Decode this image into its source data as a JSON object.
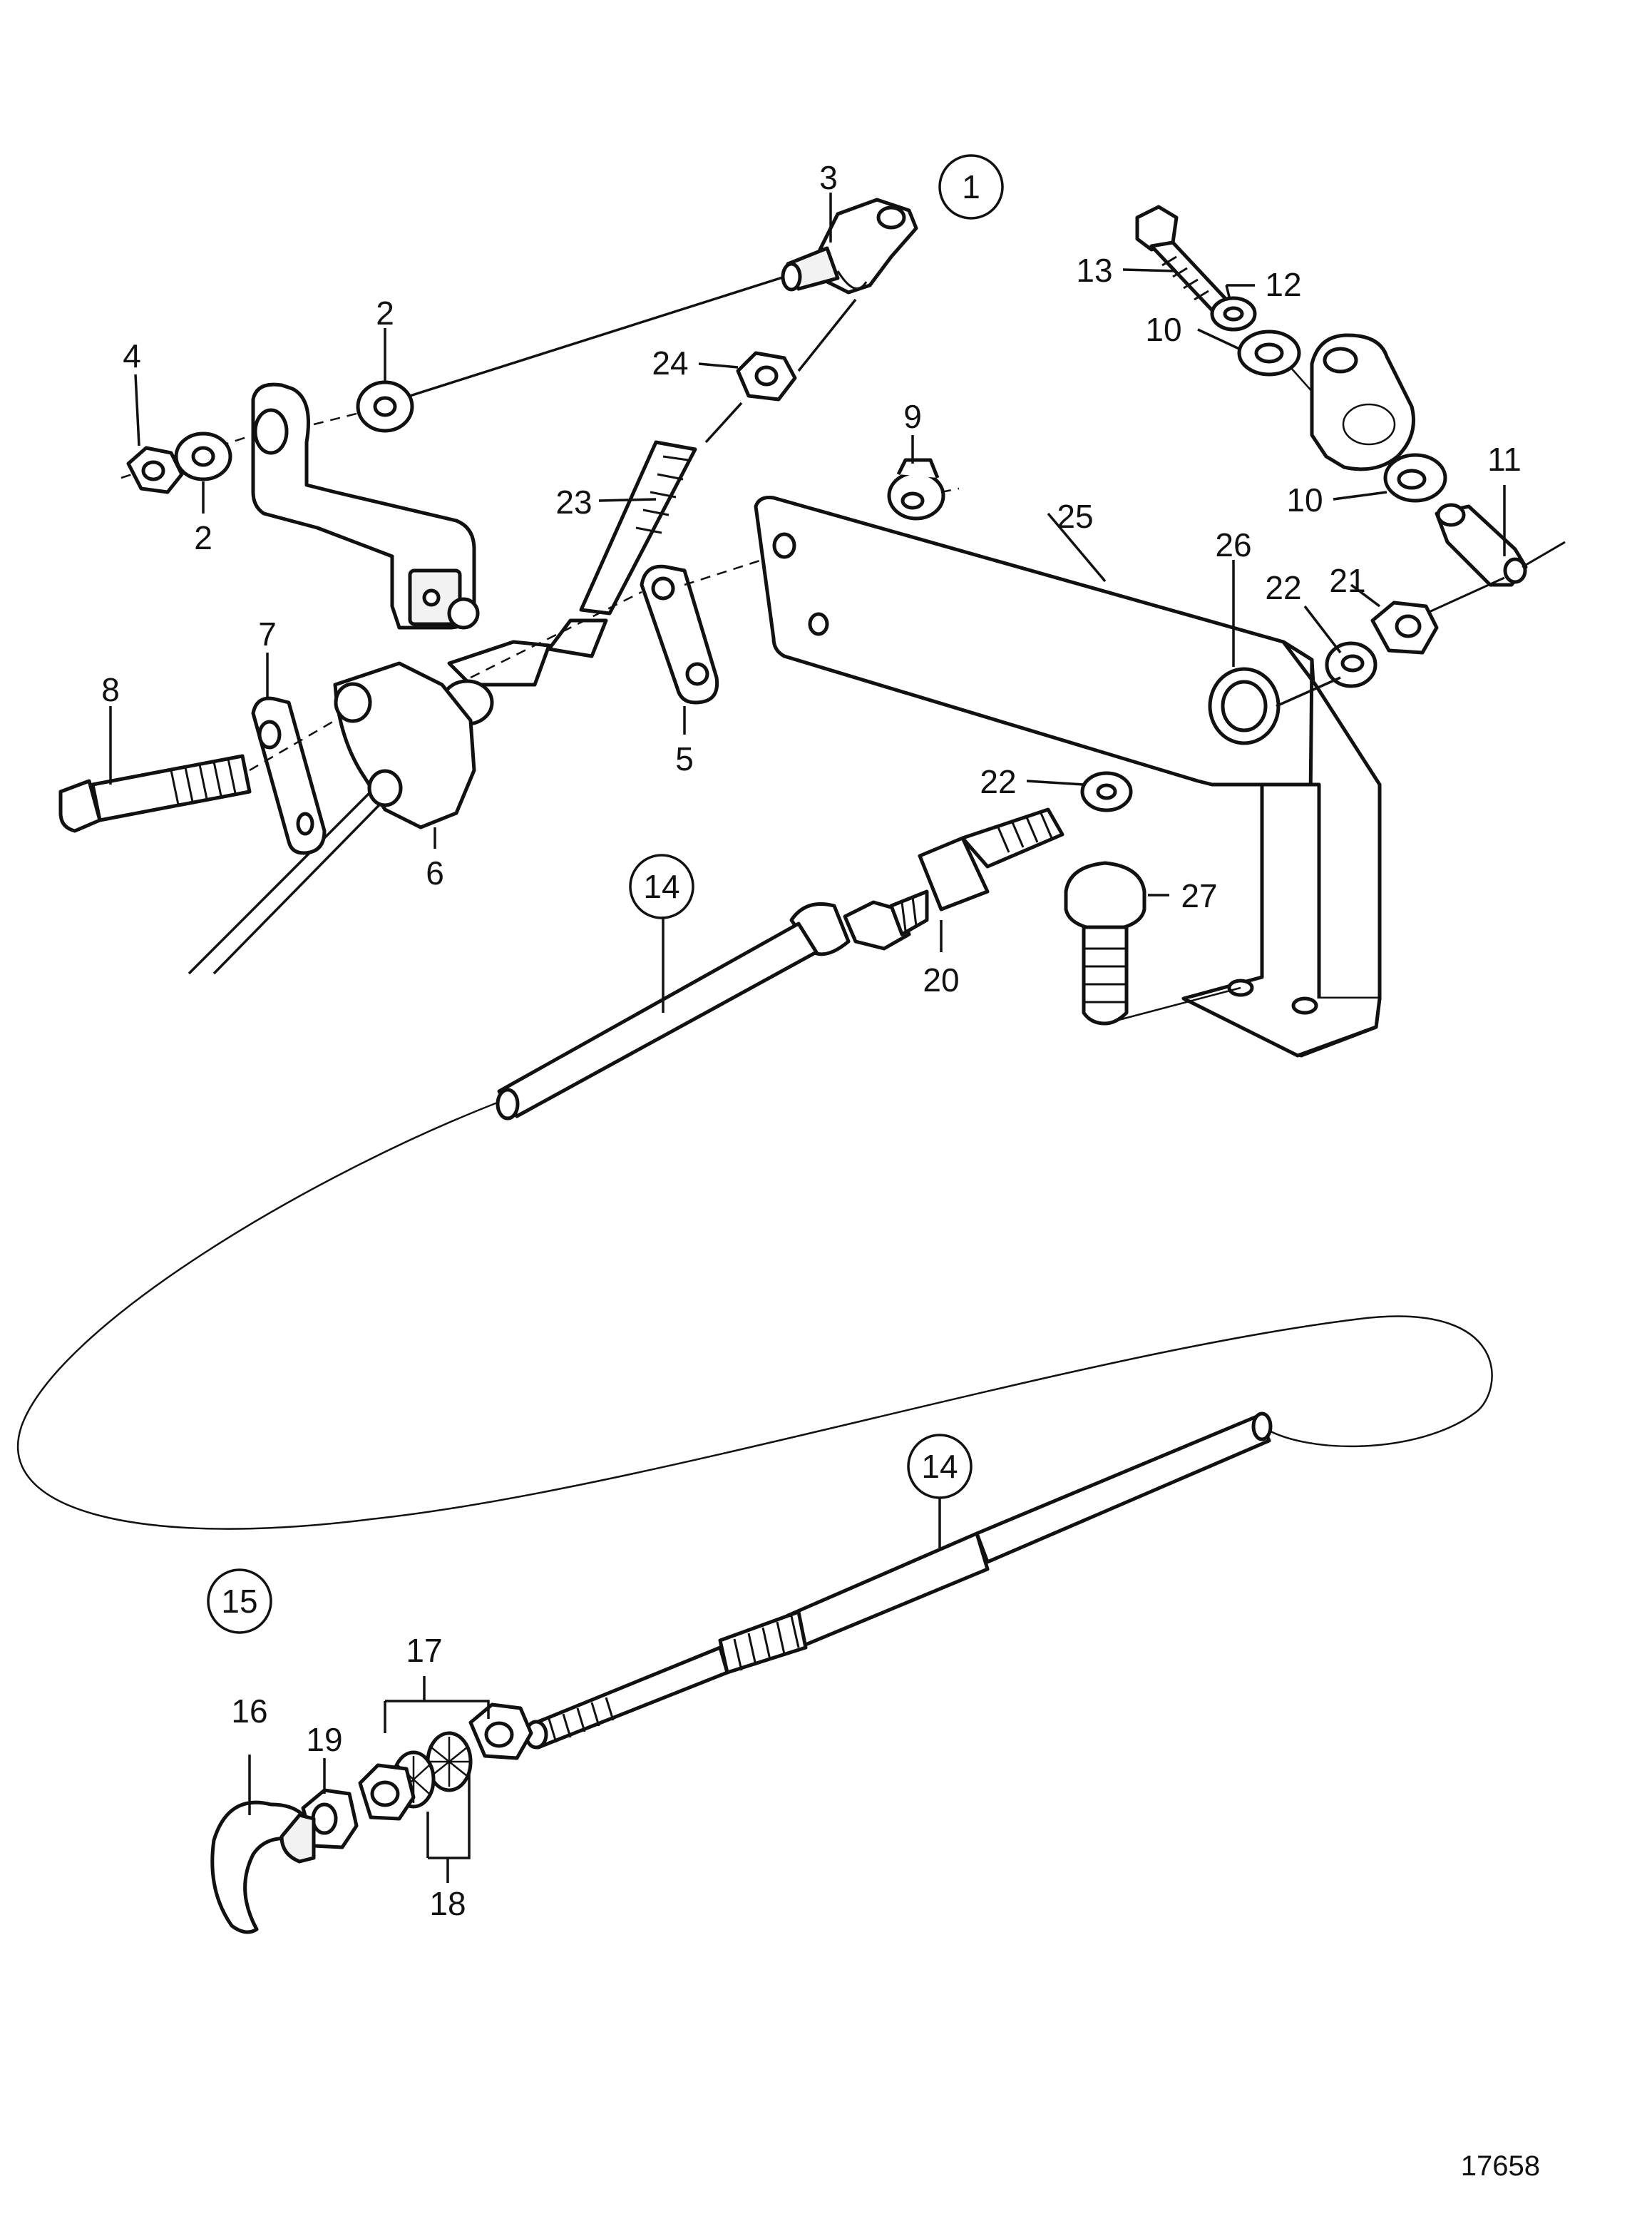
{
  "labels": {
    "l1": "1",
    "l2a": "2",
    "l2b": "2",
    "l3": "3",
    "l4": "4",
    "l5": "5",
    "l6": "6",
    "l7": "7",
    "l8": "8",
    "l9": "9",
    "l10a": "10",
    "l10b": "10",
    "l11": "11",
    "l12": "12",
    "l13": "13",
    "l14a": "14",
    "l14b": "14",
    "l15": "15",
    "l16": "16",
    "l17": "17",
    "l18": "18",
    "l19": "19",
    "l20": "20",
    "l21": "21",
    "l22a": "22",
    "l22b": "22",
    "l23": "23",
    "l24": "24",
    "l25": "25",
    "l26": "26",
    "l27": "27"
  },
  "reference_number": "17658"
}
